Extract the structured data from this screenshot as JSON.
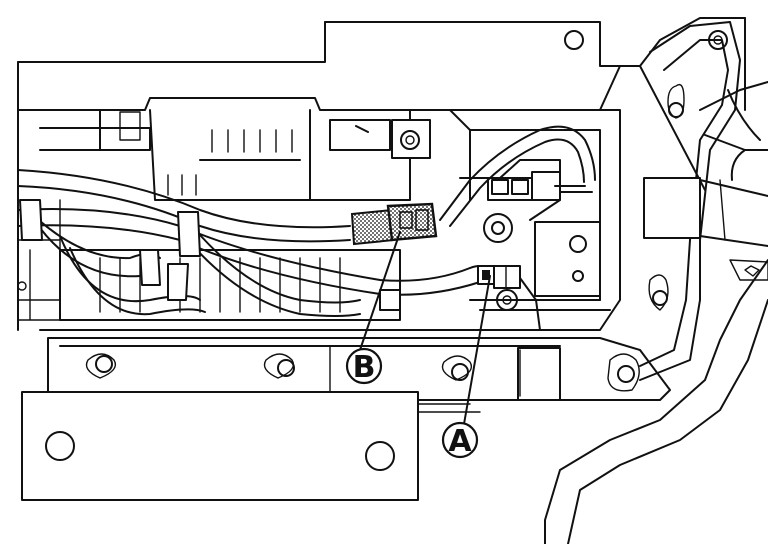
{
  "callouts": [
    {
      "id": "A",
      "label": "A"
    },
    {
      "id": "B",
      "label": "B"
    }
  ],
  "colors": {
    "line": "#111111",
    "background": "#ffffff",
    "hatch": "#111111"
  }
}
